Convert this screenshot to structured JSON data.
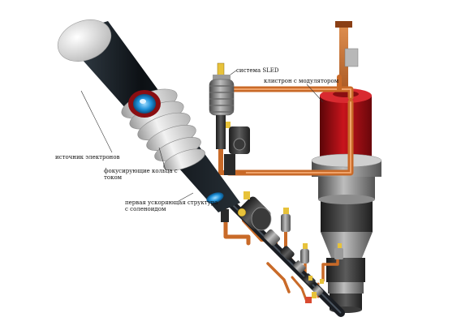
{
  "labels": {
    "sled": "система SLED",
    "klystron": "клистрон с модулятором",
    "source": "источник электронов",
    "focusing": "фокусирующие кольца с током",
    "accel": "первая ускоряющая структура с соленоидом"
  },
  "colors": {
    "waveguide": "#c96a28",
    "klystron_red": "#b0121a",
    "tube_dark": "#14181d",
    "ring_light": "#dcdcdc",
    "source_blue": "#1e90d8"
  }
}
